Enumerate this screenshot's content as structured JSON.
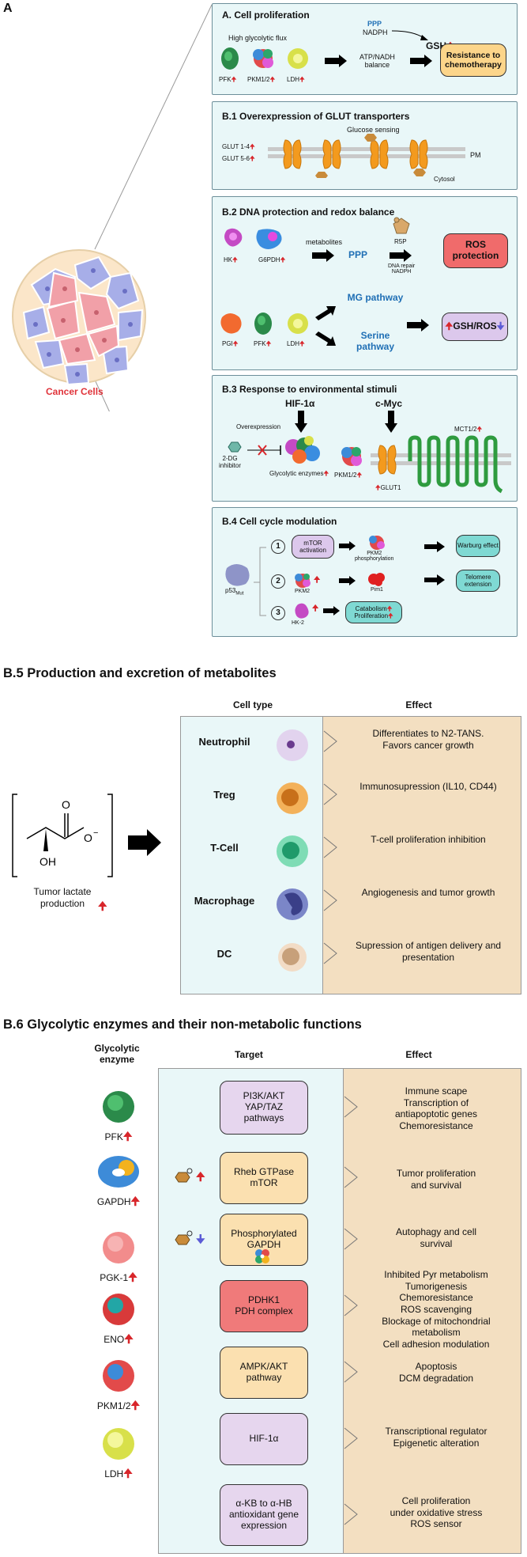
{
  "figure_label": "A",
  "cancer_cells_label": "Cancer Cells",
  "panel_a": {
    "title": "A. Cell proliferation",
    "flux": "High glycolytic flux",
    "enzymes": [
      "PFK",
      "PKM1/2",
      "LDH"
    ],
    "ppp": "PPP",
    "nadph": "NADPH",
    "balance": "ATP/NADH\nbalance",
    "gsh": "GSH",
    "result": "Resistance to chemotherapy"
  },
  "panel_b1": {
    "title": "B.1 Overexpression of GLUT transporters",
    "glucose": "Glucose sensing",
    "glut14": "GLUT 1-4",
    "glut56": "GLUT 5-6",
    "pm": "PM",
    "cytosol": "Cytosol"
  },
  "panel_b2": {
    "title": "B.2 DNA protection and redox balance",
    "hk": "HK",
    "g6pdh": "G6PDH",
    "metabolites": "metabolites",
    "ppp": "PPP",
    "r5p": "R5P",
    "dna": "DNA repair\nNADPH",
    "ros": "ROS protection",
    "pgi": "PGI",
    "pfk": "PFK",
    "ldh": "LDH",
    "mg": "MG pathway",
    "serine": "Serine pathway",
    "gshros": "GSH/ROS"
  },
  "panel_b3": {
    "title": "B.3 Response to environmental stimuli",
    "hif": "HIF-1α",
    "cmyc": "c-Myc",
    "over": "Overexpression",
    "inhib": "2-DG\ninhibitor",
    "glyco": "Glycolytic enzymes",
    "pkm": "PKM1/2",
    "glut1": "GLUT1",
    "mct": "MCT1/2"
  },
  "panel_b4": {
    "title": "B.4 Cell cycle modulation",
    "p53": "p53",
    "p53sub": "Mut",
    "n1": "1",
    "n2": "2",
    "n3": "3",
    "mtor": "mTOR activation",
    "pkm2p": "PKM2\nphosphorylation",
    "warburg": "Warburg effect",
    "pkm2": "PKM2",
    "pim1": "Pim1",
    "telomere": "Telomere extension",
    "hk2": "HK-2",
    "catab": "Catabolism",
    "prolif": "Proliferation"
  },
  "section_b5": {
    "title": "B.5 Production and excretion of metabolites",
    "col_cell": "Cell type",
    "col_effect": "Effect",
    "lactate_oh": "OH",
    "lactate_o": "O",
    "lactate_label": "Tumor lactate\nproduction",
    "rows": [
      {
        "cell": "Neutrophil",
        "effect": "Differentiates to N2-TANS.\nFavors cancer growth"
      },
      {
        "cell": "Treg",
        "effect": "Immunosupression (IL10, CD44)"
      },
      {
        "cell": "T-Cell",
        "effect": "T-cell proliferation inhibition"
      },
      {
        "cell": "Macrophage",
        "effect": "Angiogenesis and tumor growth"
      },
      {
        "cell": "DC",
        "effect": "Supression of antigen delivery and\npresentation"
      }
    ]
  },
  "section_b6": {
    "title": "B.6 Glycolytic enzymes and their non-metabolic functions",
    "col_enzyme": "Glycolytic\nenzyme",
    "col_target": "Target",
    "col_effect": "Effect",
    "enzymes": [
      "PFK",
      "GAPDH",
      "PGK-1",
      "ENO",
      "PKM1/2",
      "LDH"
    ],
    "targets": [
      {
        "label": "PI3K/AKT\nYAP/TAZ\npathways",
        "color": "#e6d6ee"
      },
      {
        "label": "Rheb GTPase\nmTOR",
        "color": "#fbe0b0"
      },
      {
        "label": "Phosphorylated\nGAPDH",
        "color": "#fbe0b0"
      },
      {
        "label": "PDHK1\nPDH complex",
        "color": "#f07a7a"
      },
      {
        "label": "AMPK/AKT\npathway",
        "color": "#fbe0b0"
      },
      {
        "label": "HIF-1α",
        "color": "#e6d6ee"
      },
      {
        "label": "α-KB to α-HB\nantioxidant gene\nexpression",
        "color": "#e6d6ee"
      }
    ],
    "effects": [
      "Immune scape\nTranscription of\nantiapoptotic genes\nChemoresistance",
      "Tumor proliferation\nand survival",
      "Autophagy and cell\nsurvival",
      "Inhibited Pyr metabolism\nTumorigenesis\nChemoresistance\nROS scavenging\nBlockage of mitochondrial\nmetabolism\nCell adhesion modulation",
      "Apoptosis\nDCM degradation",
      "Transcriptional regulator\nEpigenetic alteration",
      "Cell proliferation\nunder oxidative stress\nROS sensor"
    ]
  },
  "colors": {
    "panel_bg": "#e9f7f8",
    "effect_bg": "#f3dfc1",
    "up": "#d8262b",
    "down": "#5b5bd6",
    "ros_box": "#f06b6b",
    "resistance_box": "#fcd58a",
    "cyan_box": "#7fd9d3",
    "purple_box": "#dcc8ec"
  }
}
